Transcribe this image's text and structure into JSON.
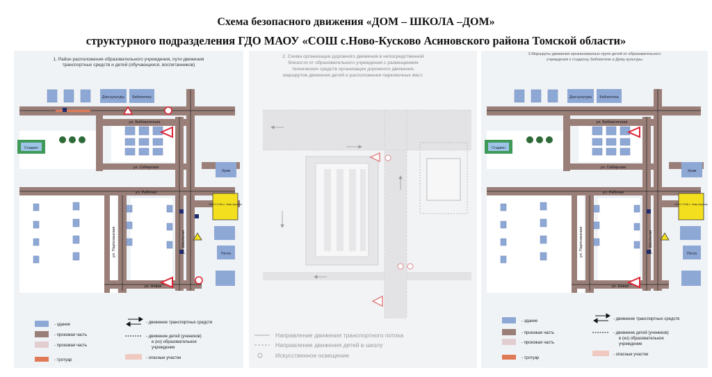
{
  "header": {
    "line1": "Схема безопасного движения «ДОМ – ШКОЛА –ДОМ»",
    "line2": "структурного подразделения ГДО МАОУ «СОШ с.Ново-Кусково Асиновского района Томской области»"
  },
  "panel1": {
    "heading1": "1. Район расположения образовательного учреждения, пути движения",
    "heading2": "транспортных средств и детей (обучающихся, воспитанников)",
    "buildings": {
      "culture": "Дом культуры",
      "library": "Библиотека",
      "stadium": "Стадион",
      "church": "Храм",
      "post": "Почта"
    },
    "streets": {
      "bibliotechnaya": "ул. Библиотечная",
      "sibirskaya": "ул. Сибирская",
      "rabochaya": "ул. Рабочая",
      "partizanskaya": "ул. Партизанская",
      "shkolnaya": "ул. Школьная",
      "novaya": "ул. Новая"
    },
    "school_label": "МАОУ СОШ с. Ново-Кусково",
    "legend": {
      "building": "- здание",
      "roadway": "- проезжая часть",
      "roadway2": "- проезжая часть",
      "sidewalk": "- тротуар",
      "traffic": "- движение транспортных средств",
      "children1": "- движение детей (учеников)",
      "children2": "в (из) образовательное",
      "children3": "учреждение",
      "danger": "- опасные участки"
    }
  },
  "panel2": {
    "heading1": "2. Схема организации дорожного движения в непосредственной",
    "heading2": "близости от образовательного учреждения с размещением",
    "heading3": "технических средств организации дорожного движения,",
    "heading4": "маршрутов движения детей и расположения парковочных мест.",
    "legend": {
      "traffic": "Направление движения транспортного потока",
      "children": "Направление движения детей в школу",
      "lighting": "Искусственное освещение"
    }
  },
  "panel3": {
    "heading1": "3.Маршруты движения организованных групп детей от образовательного",
    "heading2": "учреждения к стадиону, библиотеке и Дому культуры"
  },
  "colors": {
    "road": "#9a7f79",
    "building": "#8ea8d6",
    "sidewalk": "#e07a56",
    "danger": "#f0c9c0",
    "school": "#f3df1e"
  }
}
